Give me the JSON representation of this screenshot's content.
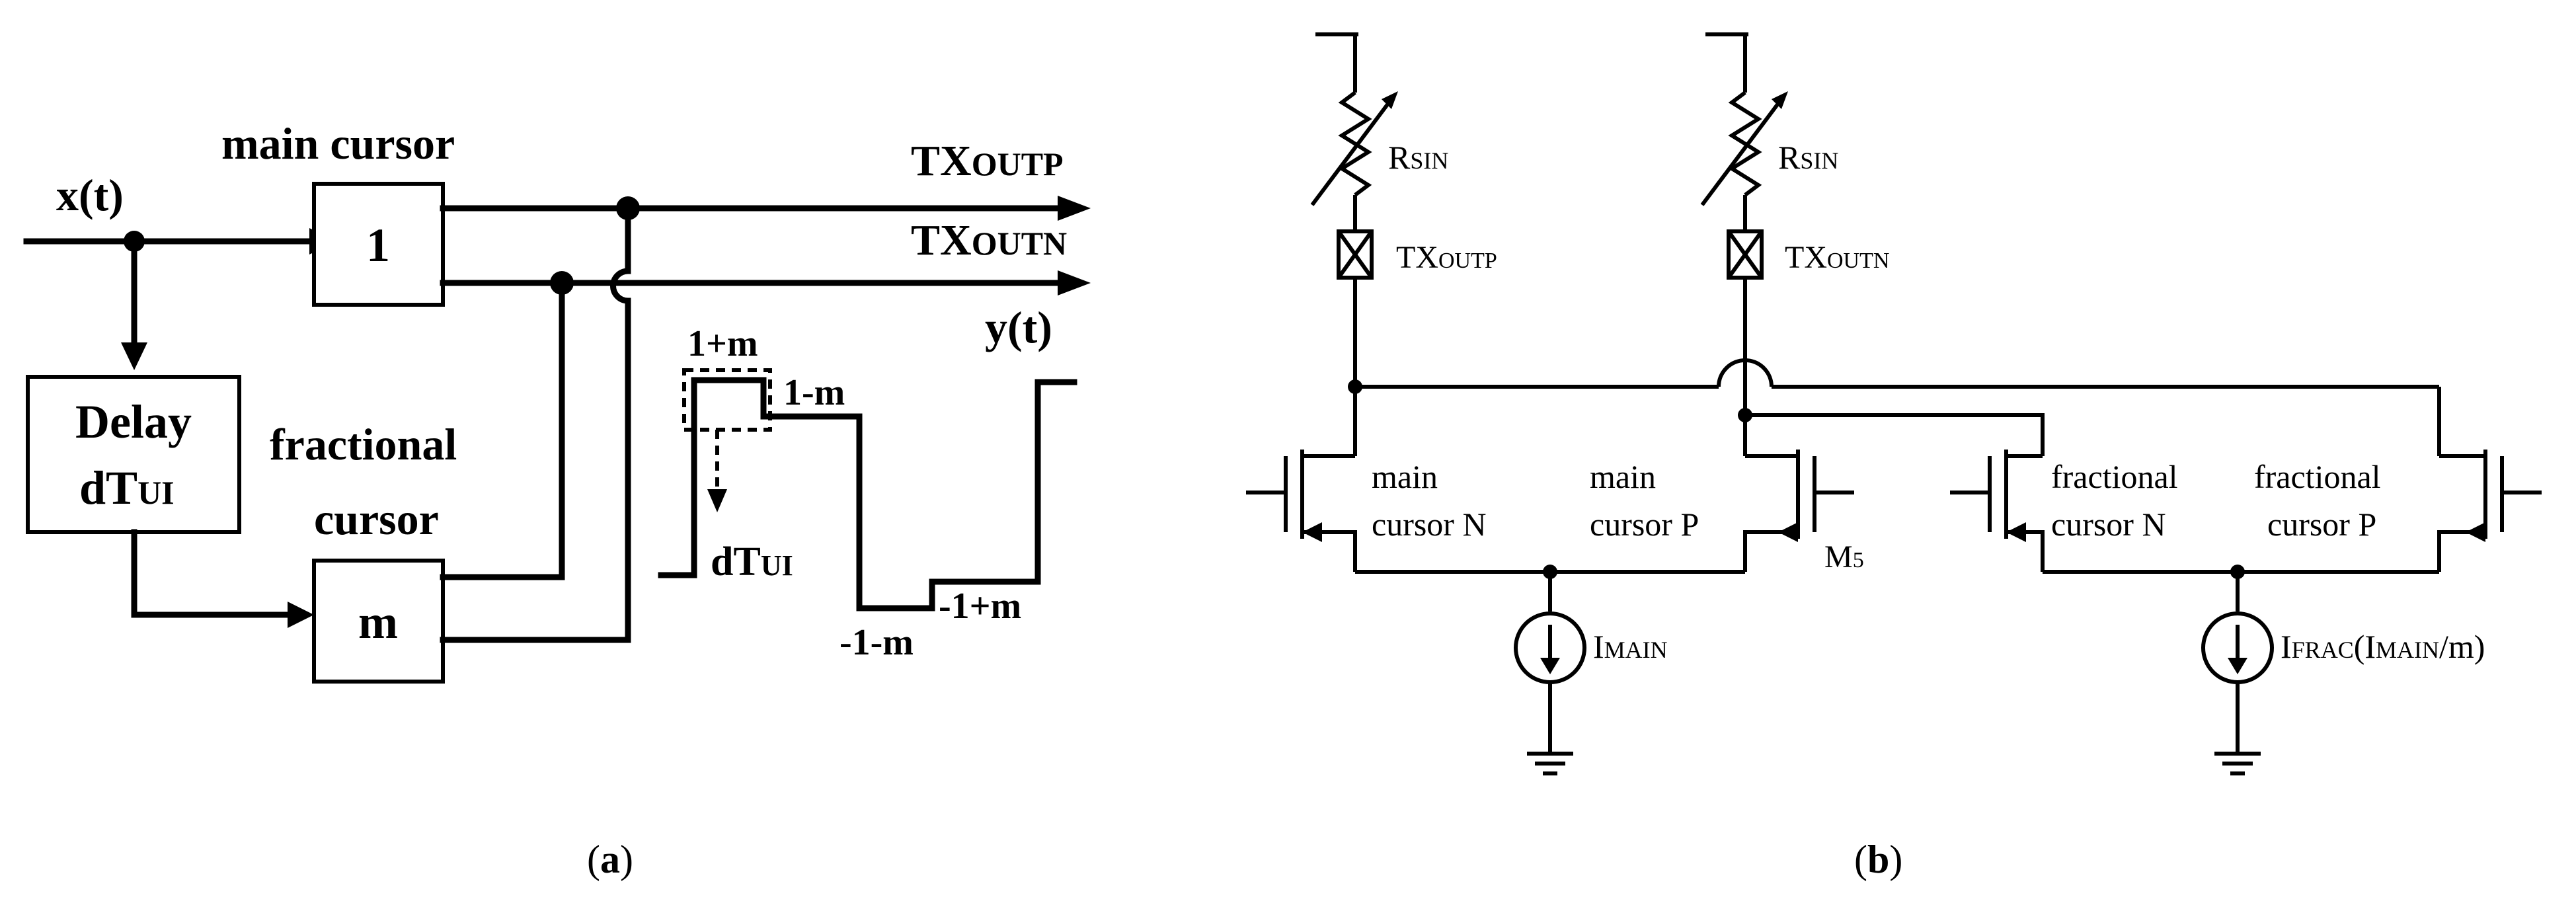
{
  "panel_a": {
    "input": "x(t)",
    "main_cursor": "main cursor",
    "main_gain": "1",
    "delay_line1": "Delay",
    "delay_line2_main": "dT",
    "delay_line2_sub": "UI",
    "fractional_line1": "fractional",
    "fractional_line2": "cursor",
    "fractional_gain": "m",
    "txoutp_main": "TX",
    "txoutp_sub": "OUTP",
    "txoutn_main": "TX",
    "txoutn_sub": "OUTN",
    "output": "y(t)",
    "level_1pm": "1+m",
    "level_1mm": "1-m",
    "level_n1mm": "-1-m",
    "level_n1pm": "-1+m",
    "dt_main": "dT",
    "dt_sub": "UI",
    "caption_open": "(",
    "caption_letter": "a",
    "caption_close": ")"
  },
  "panel_b": {
    "rsin_left_main": "R",
    "rsin_left_sub": "SIN",
    "rsin_right_main": "R",
    "rsin_right_sub": "SIN",
    "txoutp_main": "TX",
    "txoutp_sub": "OUTP",
    "txoutn_main": "TX",
    "txoutn_sub": "OUTN",
    "main_n_line1": "main",
    "main_n_line2": "cursor N",
    "main_p_line1": "main",
    "main_p_line2": "cursor P",
    "m5_main": "M",
    "m5_sub": "5",
    "frac_n_line1": "fractional",
    "frac_n_line2": "cursor N",
    "frac_p_line1": "fractional",
    "frac_p_line2": "cursor P",
    "imain_main": "I",
    "imain_sub": "MAIN",
    "ifrac_main": "I",
    "ifrac_sub": "FRAC",
    "ifrac_tail": "(I",
    "ifrac_tail_sub": "MAIN",
    "ifrac_end": "/m)",
    "caption_open": "(",
    "caption_letter": "b",
    "caption_close": ")"
  }
}
